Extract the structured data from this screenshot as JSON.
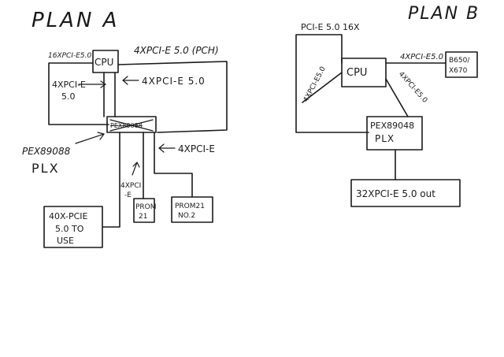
{
  "plan_a": {
    "title": "PLAN A",
    "cpu": "CPU",
    "cpu_left_label": "16XPCI-E5.0",
    "cpu_top_right_label": "4XPCI-E 5.0 (PCH)",
    "inner_link_label_line1": "4XPCI-E",
    "inner_link_label_line2": "5.0",
    "cpu_right_arrow_label": "4XPCI-E 5.0",
    "switch_chip_label": "PEX89088",
    "switch_left_label_line1": "PEX89088",
    "switch_left_label_line2": "PLX",
    "switch_right_arrow_label": "4XPCI-E",
    "vertical_link_label_line1": "4XPCI",
    "vertical_link_label_line2": "-E",
    "slot_box_line1": "40X-PCIE",
    "slot_box_line2": "5.0 TO",
    "slot_box_line3": "USE",
    "prom1_line1": "PROM",
    "prom1_line2": "21",
    "prom2_line1": "PROM21",
    "prom2_line2": "NO.2"
  },
  "plan_b": {
    "title": "PLAN B",
    "top_label": "PCI-E 5.0 16X",
    "cpu": "CPU",
    "left_diag_label": "4XPCI-E5.0",
    "right_top_label": "4XPCI-E5.0",
    "right_diag_label": "4XPCI-E5.0",
    "chipset_line1": "B650/",
    "chipset_line2": "X670",
    "plx_line1": "PEX89048",
    "plx_line2": "PLX",
    "output_label": "32XPCI-E 5.0 out"
  }
}
